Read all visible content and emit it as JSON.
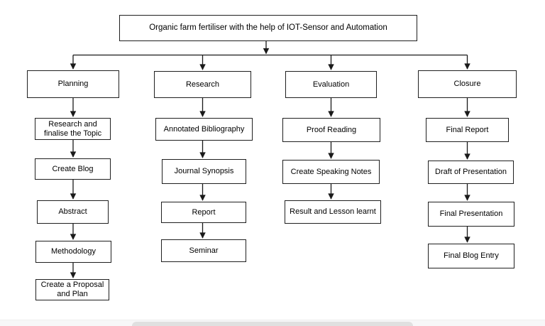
{
  "diagram": {
    "title": "Organic farm fertiliser with the help of IOT-Sensor and Automation",
    "columns": [
      {
        "header": "Planning",
        "items": [
          "Research and finalise the Topic",
          "Create Blog",
          "Abstract",
          "Methodology",
          "Create a Proposal and Plan"
        ]
      },
      {
        "header": "Research",
        "items": [
          "Annotated Bibliography",
          "Journal Synopsis",
          "Report",
          "Seminar"
        ]
      },
      {
        "header": "Evaluation",
        "items": [
          "Proof Reading",
          "Create Speaking Notes",
          "Result and Lesson learnt"
        ]
      },
      {
        "header": "Closure",
        "items": [
          "Final Report",
          "Draft of Presentation",
          "Final Presentation",
          "Final Blog Entry"
        ]
      }
    ],
    "colors": {
      "node_border": "#1f1f1f",
      "node_fill": "#ffffff",
      "text": "#000000",
      "connector": "#1a1a1a",
      "scrollbar_thumb": "#e0e0e0",
      "scrollbar_track": "#f7f7f8"
    }
  }
}
